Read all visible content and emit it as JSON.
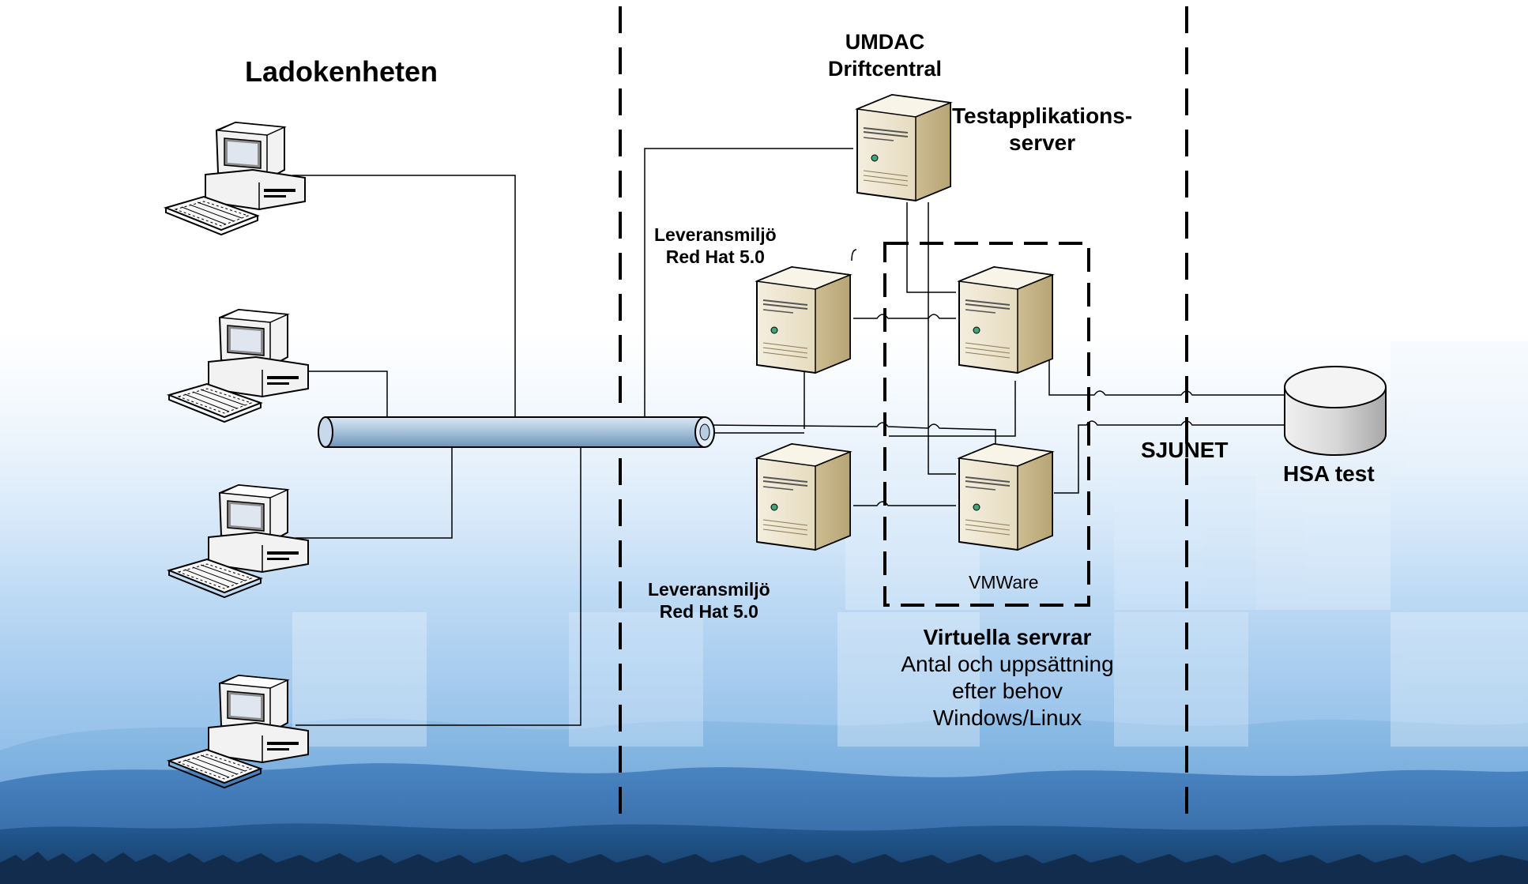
{
  "zones": {
    "local_title": "Ladokenheten",
    "datacenter_title_line1": "UMDAC",
    "datacenter_title_line2": "Driftcentral"
  },
  "servers": {
    "test_app_line1": "Testapplikations-",
    "test_app_line2": "server",
    "delivery_top_line1": "Leveransmiljö",
    "delivery_top_line2": "Red Hat 5.0",
    "delivery_bottom_line1": "Leveransmiljö",
    "delivery_bottom_line2": "Red Hat 5.0",
    "vmware_label": "VMWare"
  },
  "virtual_servers": {
    "heading": "Virtuella servrar",
    "line1": "Antal och uppsättning",
    "line2": "efter behov",
    "line3": "Windows/Linux"
  },
  "network": {
    "sjunet_label": "SJUNET",
    "hsa_label": "HSA test"
  },
  "colors": {
    "server_body": "#e6dcc0",
    "bus_fill": "#a9c4dc",
    "sky_blue": "#8fbfe8",
    "mountain_dark": "#1f4f86",
    "database": "#d2d2d2"
  },
  "icons": [
    "desktop-computer-icon",
    "tower-server-icon",
    "database-icon"
  ]
}
